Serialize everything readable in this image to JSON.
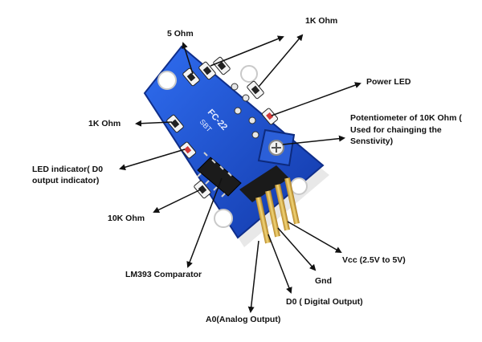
{
  "labels": {
    "five_ohm": "5 Ohm",
    "one_k_top": "1K Ohm",
    "power_led": "Power LED",
    "potentiometer": "Potentiometer of 10K Ohm ( Used for chainging the Senstivity)",
    "one_k_left": "1K Ohm",
    "led_indicator": "LED indicator( D0 output indicator)",
    "ten_k": "10K Ohm",
    "lm393": "LM393 Comparator",
    "vcc": "Vcc (2.5V to 5V)",
    "gnd": "Gnd",
    "d0": "D0 ( Digital Output)",
    "a0": "A0(Analog Output)"
  },
  "board": {
    "silkscreen_model": "FC-22",
    "silkscreen_chip": "SBT",
    "color": "#1a4fd0"
  }
}
